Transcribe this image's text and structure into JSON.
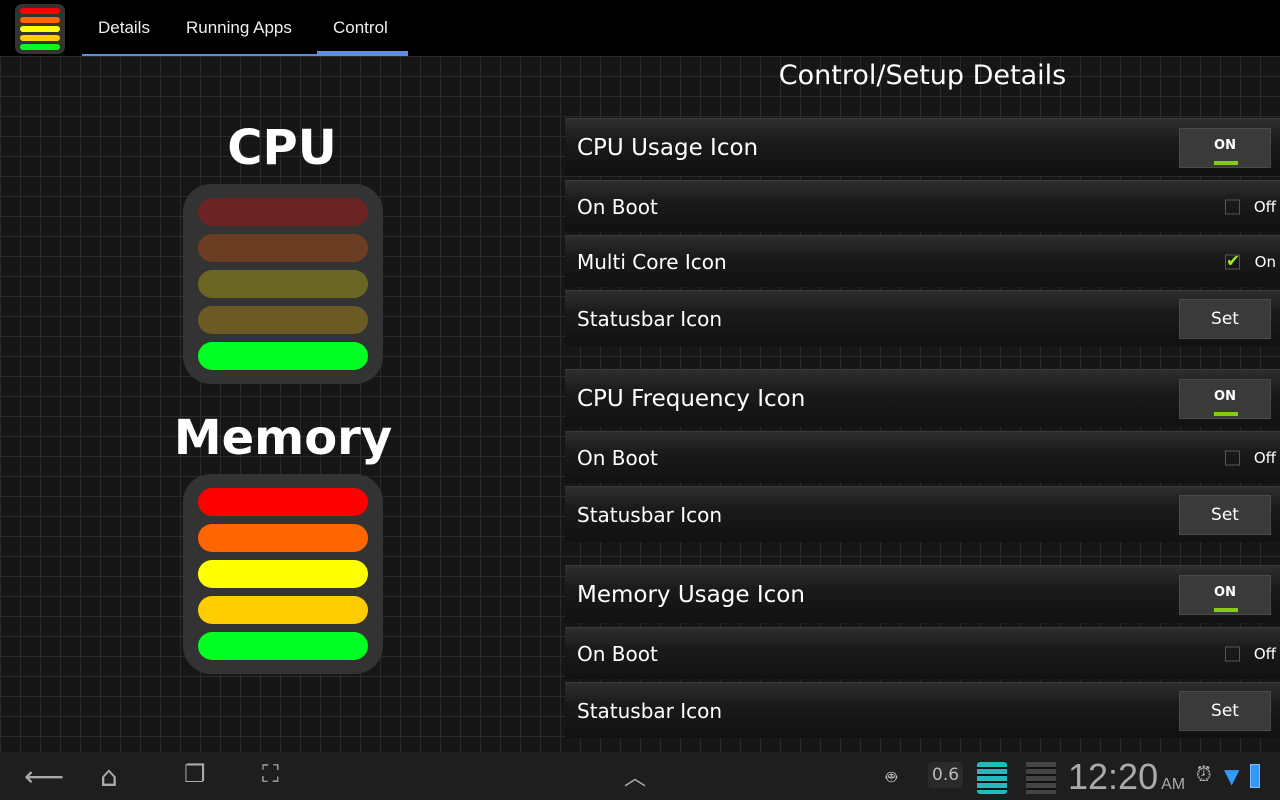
{
  "tabs": [
    "Details",
    "Running Apps",
    "Control"
  ],
  "left": {
    "cpu_title": "CPU",
    "memory_title": "Memory",
    "cpu_bars": [
      "#6b2323",
      "#6b3d23",
      "#6b6623",
      "#6b5a23",
      "#00ff22"
    ],
    "memory_bars": [
      "#ff0000",
      "#ff6600",
      "#ffff00",
      "#ffcc00",
      "#00ff22"
    ]
  },
  "panel": {
    "title": "Control/Setup Details",
    "sections": [
      {
        "header": "CPU Usage Icon",
        "toggle": "ON",
        "rows": [
          {
            "label": "On Boot",
            "check": false,
            "state": "Off"
          },
          {
            "label": "Multi Core Icon",
            "check": true,
            "state": "On"
          },
          {
            "label": "Statusbar Icon",
            "button": "Set"
          }
        ]
      },
      {
        "header": "CPU Frequency Icon",
        "toggle": "ON",
        "rows": [
          {
            "label": "On Boot",
            "check": false,
            "state": "Off"
          },
          {
            "label": "Statusbar Icon",
            "button": "Set"
          }
        ]
      },
      {
        "header": "Memory Usage Icon",
        "toggle": "ON",
        "rows": [
          {
            "label": "On Boot",
            "check": false,
            "state": "Off"
          },
          {
            "label": "Statusbar Icon",
            "button": "Set"
          }
        ]
      }
    ]
  },
  "statusbar": {
    "cpu_value": "0.6",
    "time": "12:20",
    "ampm": "AM"
  }
}
